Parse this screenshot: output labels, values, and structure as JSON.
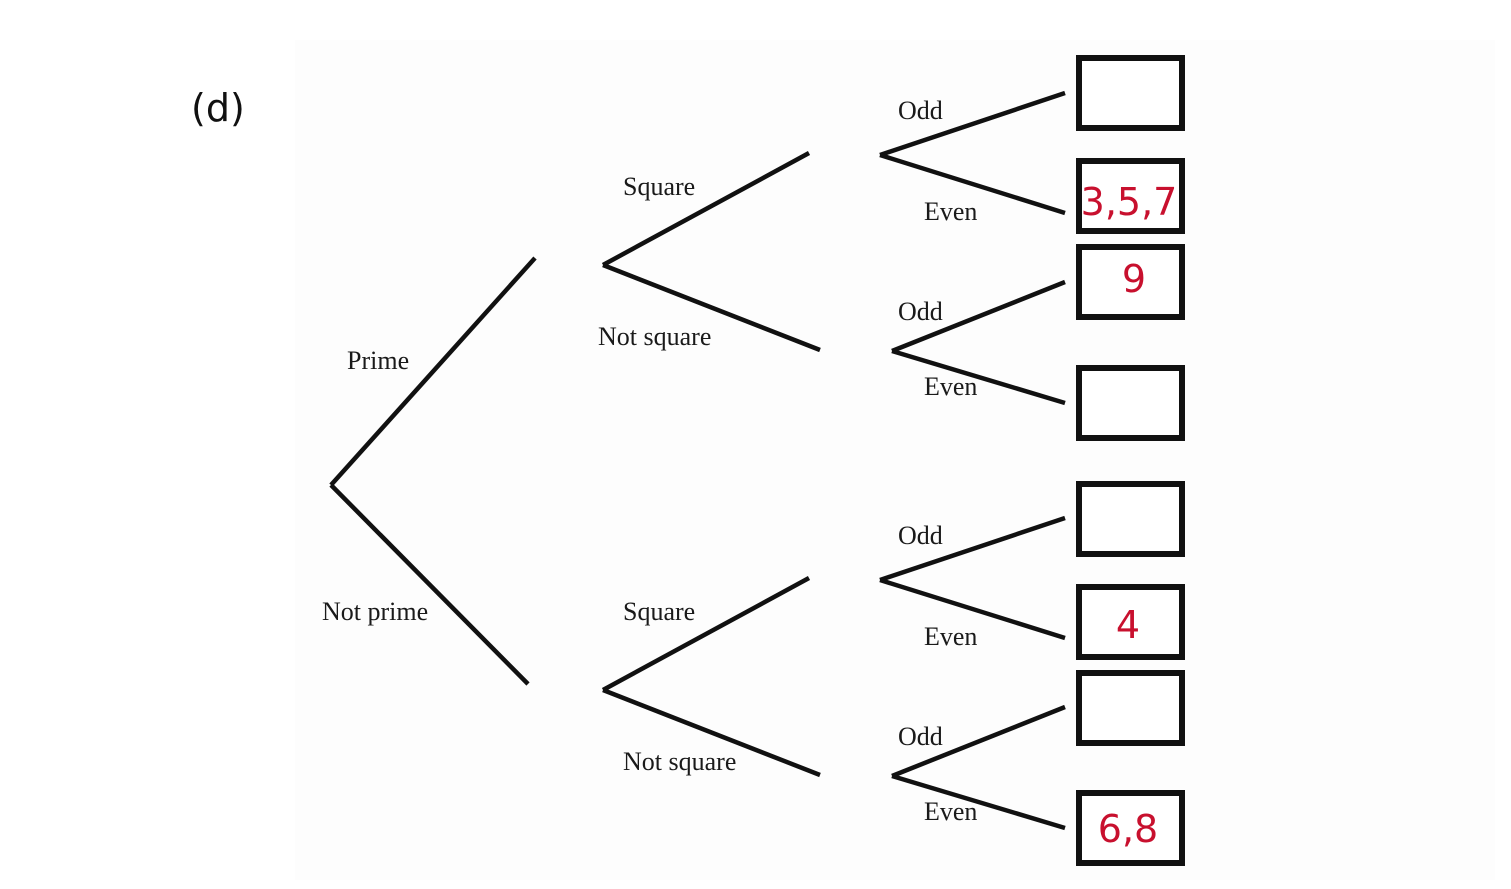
{
  "part_label": "(d)",
  "level1": {
    "prime": "Prime",
    "not_prime": "Not prime"
  },
  "level2": {
    "prime_square": "Square",
    "prime_not_square": "Not square",
    "notprime_square": "Square",
    "notprime_not_square": "Not square"
  },
  "level3": {
    "p_sq_odd": "Odd",
    "p_sq_even": "Even",
    "p_nsq_odd": "Odd",
    "p_nsq_even": "Even",
    "np_sq_odd": "Odd",
    "np_sq_even": "Even",
    "np_nsq_odd": "Odd",
    "np_nsq_even": "Even"
  },
  "answers": {
    "prime_square_odd": "",
    "prime_square_even": "3,5,7",
    "prime_notsquare_odd": "9",
    "prime_notsquare_even": "",
    "notprime_square_odd": "",
    "notprime_square_even": "4",
    "notprime_notsquare_odd": "",
    "notprime_notsquare_even": "6,8"
  },
  "colors": {
    "ink": "#111111",
    "answer": "#c8102e"
  }
}
